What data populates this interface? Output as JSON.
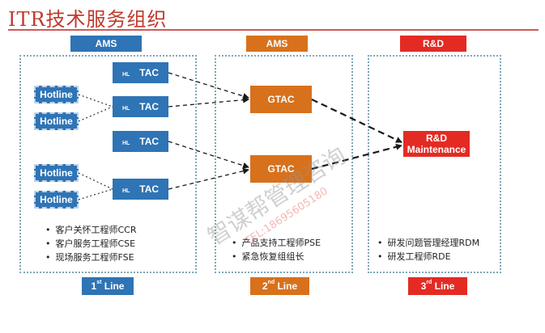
{
  "title": "ITR技术服务组织",
  "columns": [
    {
      "header": "AMS",
      "footer_num": "1",
      "footer_sup": "st",
      "footer_text": " Line",
      "hotlines": [
        "Hotline",
        "Hotline",
        "Hotline",
        "Hotline"
      ],
      "tacs": [
        {
          "hl": "HL",
          "label": "TAC"
        },
        {
          "hl": "HL",
          "label": "TAC"
        },
        {
          "hl": "HL",
          "label": "TAC"
        },
        {
          "hl": "HL",
          "label": "TAC"
        }
      ],
      "roles": [
        "客户关怀工程师CCR",
        "客户服务工程师CSE",
        "现场服务工程师FSE"
      ]
    },
    {
      "header": "AMS",
      "footer_num": "2",
      "footer_sup": "nd",
      "footer_text": " Line",
      "gtacs": [
        "GTAC",
        "GTAC"
      ],
      "roles": [
        "产品支持工程师PSE",
        "紧急恢复组组长"
      ]
    },
    {
      "header": "R&D",
      "footer_num": "3",
      "footer_sup": "rd",
      "footer_text": " Line",
      "rd_box": [
        "R&D",
        "Maintenance"
      ],
      "roles": [
        "研发问题管理经理RDM",
        "研发工程师RDE"
      ]
    }
  ],
  "watermark": {
    "main": "智谋帮管理咨询",
    "phone": "TEL:18695605180"
  }
}
